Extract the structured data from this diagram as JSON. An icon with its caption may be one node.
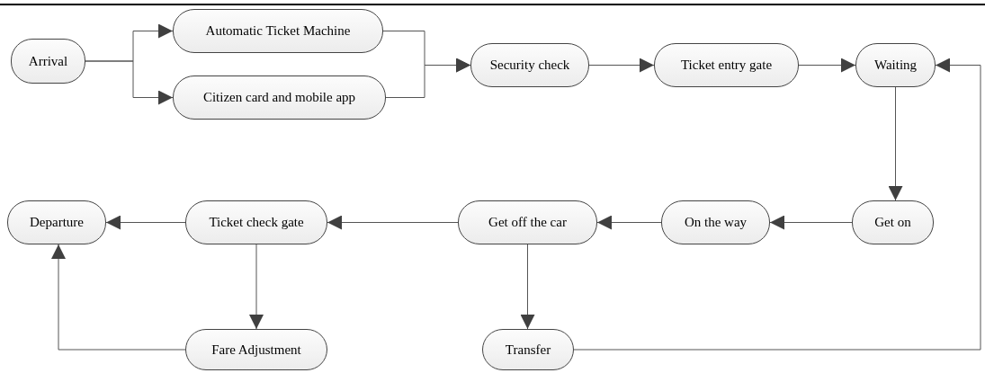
{
  "diagram": {
    "nodes": [
      {
        "text": [
          "Arrival"
        ]
      },
      {
        "text": [
          "Automatic Ticket Machine"
        ]
      },
      {
        "text": [
          "Citizen card and mobile app"
        ]
      },
      {
        "text": [
          "Security check"
        ]
      },
      {
        "text": [
          "Ticket entry gate"
        ]
      },
      {
        "text": [
          "Waiting"
        ]
      },
      {
        "text": [
          "Get on"
        ]
      },
      {
        "text": [
          "On the way"
        ]
      },
      {
        "text": [
          "Get off the car"
        ]
      },
      {
        "text": [
          "Ticket check gate"
        ]
      },
      {
        "text": [
          "Departure"
        ]
      },
      {
        "text": [
          "Fare Adjustment"
        ]
      },
      {
        "text": [
          "Transfer"
        ]
      }
    ],
    "edges": [
      {
        "from": 0,
        "to": 1,
        "arrow": "to"
      },
      {
        "from": 0,
        "to": 2,
        "arrow": "to"
      },
      {
        "from": 1,
        "to": 3,
        "arrow": "to"
      },
      {
        "from": 2,
        "to": 3,
        "arrow": "to"
      },
      {
        "from": 3,
        "to": 4,
        "arrow": "to"
      },
      {
        "from": 4,
        "to": 5,
        "arrow": "to"
      },
      {
        "from": 5,
        "to": 6,
        "arrow": "to"
      },
      {
        "from": 6,
        "to": 7,
        "arrow": "to"
      },
      {
        "from": 7,
        "to": 8,
        "arrow": "to"
      },
      {
        "from": 8,
        "to": 9,
        "arrow": "to"
      },
      {
        "from": 9,
        "to": 10,
        "arrow": "to"
      },
      {
        "from": 9,
        "to": 11,
        "arrow": "to"
      },
      {
        "from": 11,
        "to": 10,
        "arrow": "to"
      },
      {
        "from": 8,
        "to": 12,
        "arrow": "to"
      },
      {
        "from": 12,
        "to": 5,
        "arrow": "to"
      }
    ]
  }
}
